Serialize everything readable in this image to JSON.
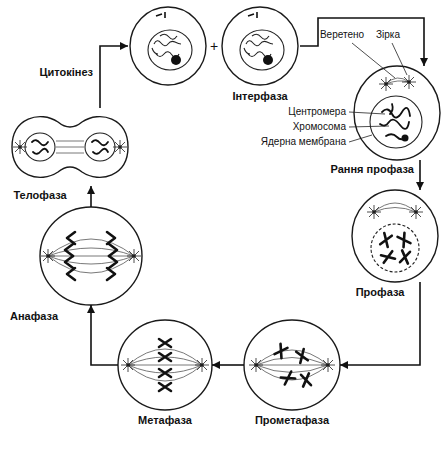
{
  "diagram": {
    "nodes": [
      {
        "text": [
          "Інтерфаза"
        ]
      },
      {
        "text": [
          "Рання профаза"
        ]
      },
      {
        "text": [
          "Профаза"
        ]
      },
      {
        "text": [
          "Прометафаза"
        ]
      },
      {
        "text": [
          "Метафаза"
        ]
      },
      {
        "text": [
          "Анафаза"
        ]
      },
      {
        "text": [
          "Телофаза"
        ]
      }
    ],
    "edges": [
      {
        "from": 0,
        "to": 1,
        "arrow": "to"
      },
      {
        "from": 1,
        "to": 2,
        "arrow": "to"
      },
      {
        "from": 2,
        "to": 3,
        "arrow": "to"
      },
      {
        "from": 3,
        "to": 4,
        "arrow": "to"
      },
      {
        "from": 4,
        "to": 5,
        "arrow": "to"
      },
      {
        "from": 5,
        "to": 6,
        "arrow": "to"
      },
      {
        "from": 6,
        "to": 0,
        "label": "Цитокінез",
        "arrow": "to"
      }
    ],
    "labels": [
      "+",
      "Веретено",
      "Зірка",
      "Центромера",
      "Хромосома",
      "Ядерна мембрана"
    ]
  }
}
